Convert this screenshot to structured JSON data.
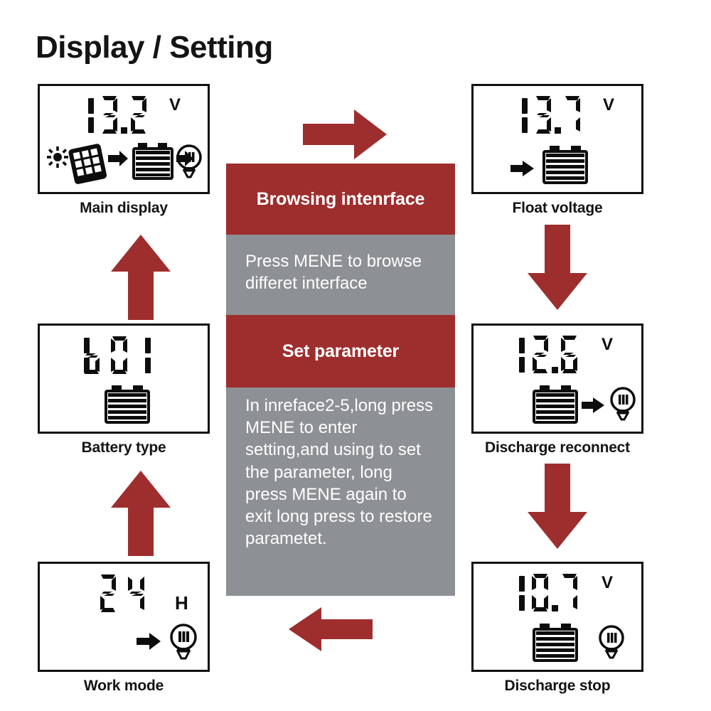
{
  "title": "Display / Setting",
  "colors": {
    "arrow_red": "#9e2e2e",
    "panel_gray": "#8d9094",
    "lcd_ink": "#0d0d0d",
    "text_dark": "#141414"
  },
  "center_panel": {
    "browsing_header": "Browsing intenrface",
    "browsing_body": "Press MENE to browse differet interface",
    "set_header": "Set parameter",
    "set_body": "In inreface2-5,long press MENE to enter setting,and using to set the parameter, long press MENE again to exit long press to restore parametet."
  },
  "screens": [
    {
      "id": "main-display",
      "caption": "Main display",
      "value": "13.2",
      "unit": "V",
      "digits": [
        "1",
        "3",
        ".",
        "2"
      ],
      "icons": [
        "sun-icon",
        "solar-panel-icon",
        "arrow-right-icon",
        "battery-icon",
        "arrow-right-icon",
        "bulb-icon"
      ]
    },
    {
      "id": "battery-type",
      "caption": "Battery type",
      "value": "b01",
      "unit": "",
      "digits": [
        "b",
        "0",
        "1"
      ],
      "icons": [
        "battery-icon"
      ]
    },
    {
      "id": "work-mode",
      "caption": "Work mode",
      "value": "24",
      "unit": "H",
      "digits": [
        "2",
        "4"
      ],
      "icons": [
        "arrow-right-icon",
        "bulb-icon"
      ]
    },
    {
      "id": "float-voltage",
      "caption": "Float voltage",
      "value": "13.7",
      "unit": "V",
      "digits": [
        "1",
        "3",
        ".",
        "7"
      ],
      "icons": [
        "arrow-right-icon",
        "battery-icon"
      ]
    },
    {
      "id": "discharge-reconnect",
      "caption": "Discharge reconnect",
      "value": "12.6",
      "unit": "V",
      "digits": [
        "1",
        "2",
        ".",
        "6"
      ],
      "icons": [
        "battery-icon",
        "arrow-right-icon",
        "bulb-icon"
      ]
    },
    {
      "id": "discharge-stop",
      "caption": "Discharge stop",
      "value": "10.7",
      "unit": "V",
      "digits": [
        "1",
        "0",
        ".",
        "7"
      ],
      "icons": [
        "battery-icon",
        "bulb-icon"
      ]
    }
  ],
  "flow_arrows": [
    {
      "id": "arrow-top-right",
      "direction": "right"
    },
    {
      "id": "arrow-right-upper-down",
      "direction": "down"
    },
    {
      "id": "arrow-right-lower-down",
      "direction": "down"
    },
    {
      "id": "arrow-bottom-left",
      "direction": "left"
    },
    {
      "id": "arrow-left-lower-up",
      "direction": "up"
    },
    {
      "id": "arrow-left-upper-up",
      "direction": "up"
    }
  ]
}
